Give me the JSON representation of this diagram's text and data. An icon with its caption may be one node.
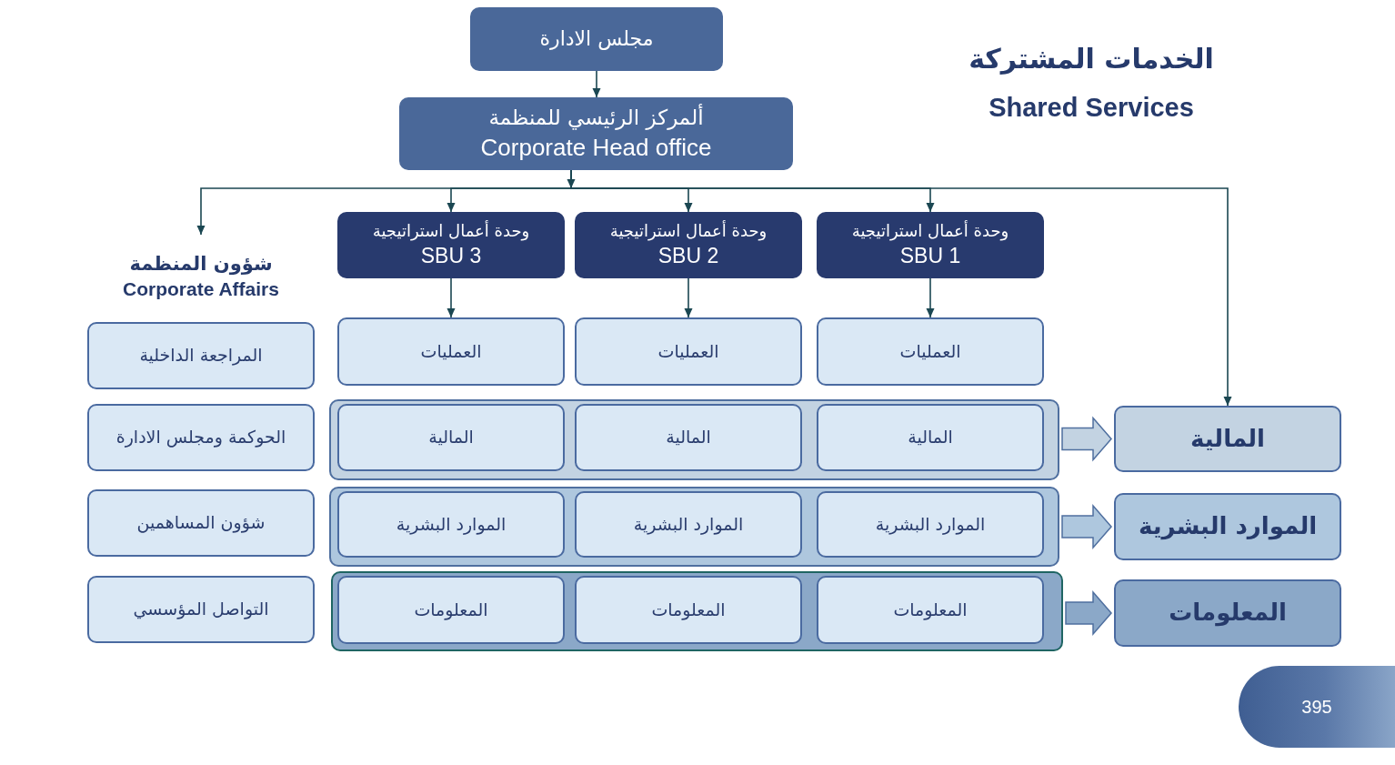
{
  "diagram": {
    "nodes": [
      {
        "text": [
          "مجلس الادارة"
        ]
      },
      {
        "text": [
          "ألمركز الرئيسي للمنظمة",
          "Corporate Head office"
        ]
      },
      {
        "text": [
          "شؤون المنظمة",
          "Corporate Affairs"
        ]
      },
      {
        "text": [
          "وحدة أعمال استراتيجية",
          "SBU 3"
        ]
      },
      {
        "text": [
          "وحدة أعمال استراتيجية",
          "SBU 2"
        ]
      },
      {
        "text": [
          "وحدة أعمال استراتيجية",
          "SBU 1"
        ]
      },
      {
        "text": [
          "المراجعة الداخلية"
        ]
      },
      {
        "text": [
          "العمليات"
        ]
      },
      {
        "text": [
          "العمليات"
        ]
      },
      {
        "text": [
          "العمليات"
        ]
      },
      {
        "text": [
          "الحوكمة ومجلس الادارة"
        ]
      },
      {
        "text": [],
        "shape": "box"
      },
      {
        "text": [
          "المالية"
        ],
        "in": 11
      },
      {
        "text": [
          "المالية"
        ],
        "in": 11
      },
      {
        "text": [
          "المالية"
        ],
        "in": 11
      },
      {
        "text": [
          "المالية"
        ]
      },
      {
        "text": [
          "شؤون المساهمين"
        ]
      },
      {
        "text": [],
        "shape": "box"
      },
      {
        "text": [
          "الموارد البشرية"
        ],
        "in": 17
      },
      {
        "text": [
          "الموارد البشرية"
        ],
        "in": 17
      },
      {
        "text": [
          "الموارد البشرية"
        ],
        "in": 17
      },
      {
        "text": [
          "الموارد البشرية"
        ]
      },
      {
        "text": [
          "التواصل المؤسسي"
        ]
      },
      {
        "text": [],
        "shape": "box"
      },
      {
        "text": [
          "المعلومات"
        ],
        "in": 23
      },
      {
        "text": [
          "المعلومات"
        ],
        "in": 23
      },
      {
        "text": [
          "المعلومات"
        ],
        "in": 23
      },
      {
        "text": [
          "المعلومات"
        ]
      }
    ],
    "edges": [
      {
        "from": 0,
        "to": 1,
        "arrow": "to"
      },
      {
        "from": 1,
        "to": 2,
        "arrow": "to"
      },
      {
        "from": 1,
        "to": 3,
        "arrow": "to"
      },
      {
        "from": 1,
        "to": 4,
        "arrow": "to"
      },
      {
        "from": 1,
        "to": 5,
        "arrow": "to"
      },
      {
        "from": 1,
        "to": 15,
        "arrow": "to"
      },
      {
        "from": 3,
        "to": 7,
        "arrow": "to"
      },
      {
        "from": 4,
        "to": 8,
        "arrow": "to"
      },
      {
        "from": 5,
        "to": 9,
        "arrow": "to"
      },
      {
        "from": 11,
        "to": 15,
        "arrow": "to",
        "style": "thick",
        "color": "#c3d3e2"
      },
      {
        "from": 17,
        "to": 21,
        "arrow": "to",
        "style": "thick",
        "color": "#aec7de"
      },
      {
        "from": 23,
        "to": 27,
        "arrow": "to",
        "style": "thick",
        "color": "#8ba8c8"
      }
    ],
    "labels": [
      "الخدمات المشتركة",
      "Shared Services",
      "395"
    ]
  }
}
